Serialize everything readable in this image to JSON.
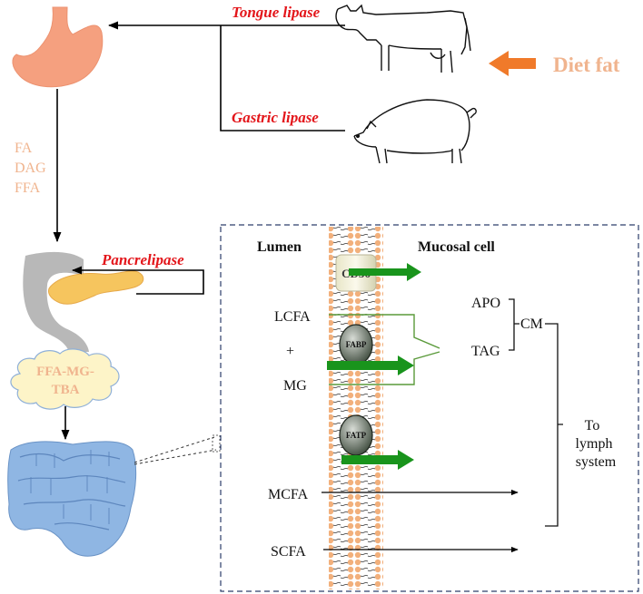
{
  "enzymes": {
    "tongue": "Tongue lipase",
    "gastric": "Gastric lipase",
    "pancreatic": "Pancrelipase"
  },
  "diet_label": "Diet fat",
  "stomach_products": [
    "FA",
    "DAG",
    "FFA"
  ],
  "micelle_label": [
    "FFA-MG-",
    "TBA"
  ],
  "inset": {
    "lumen": "Lumen",
    "mucosal": "Mucosal cell",
    "lcfa": "LCFA",
    "plus": "+",
    "mg": "MG",
    "mcfa": "MCFA",
    "scfa": "SCFA",
    "transporters": {
      "cd36": "CD36",
      "fabp": "FABP",
      "fatp": "FATP"
    },
    "apo": "APO",
    "tag": "TAG",
    "cm": "CM",
    "lymph": [
      "To",
      "lymph",
      "system"
    ]
  },
  "colors": {
    "enzyme_text": "#e3151a",
    "peach_text": "#f0b48e",
    "diet_arrow": "#f07a2a",
    "green_arrow": "#19941c",
    "stomach": "#f5a07f",
    "pancreas": "#f6c55e",
    "duodenum": "#b8b8b8",
    "intestine": "#8fb6e3",
    "micelle_fill": "#fdf4c8",
    "membrane_head": "#f2b07c",
    "inset_border": "#2c3e6a"
  }
}
